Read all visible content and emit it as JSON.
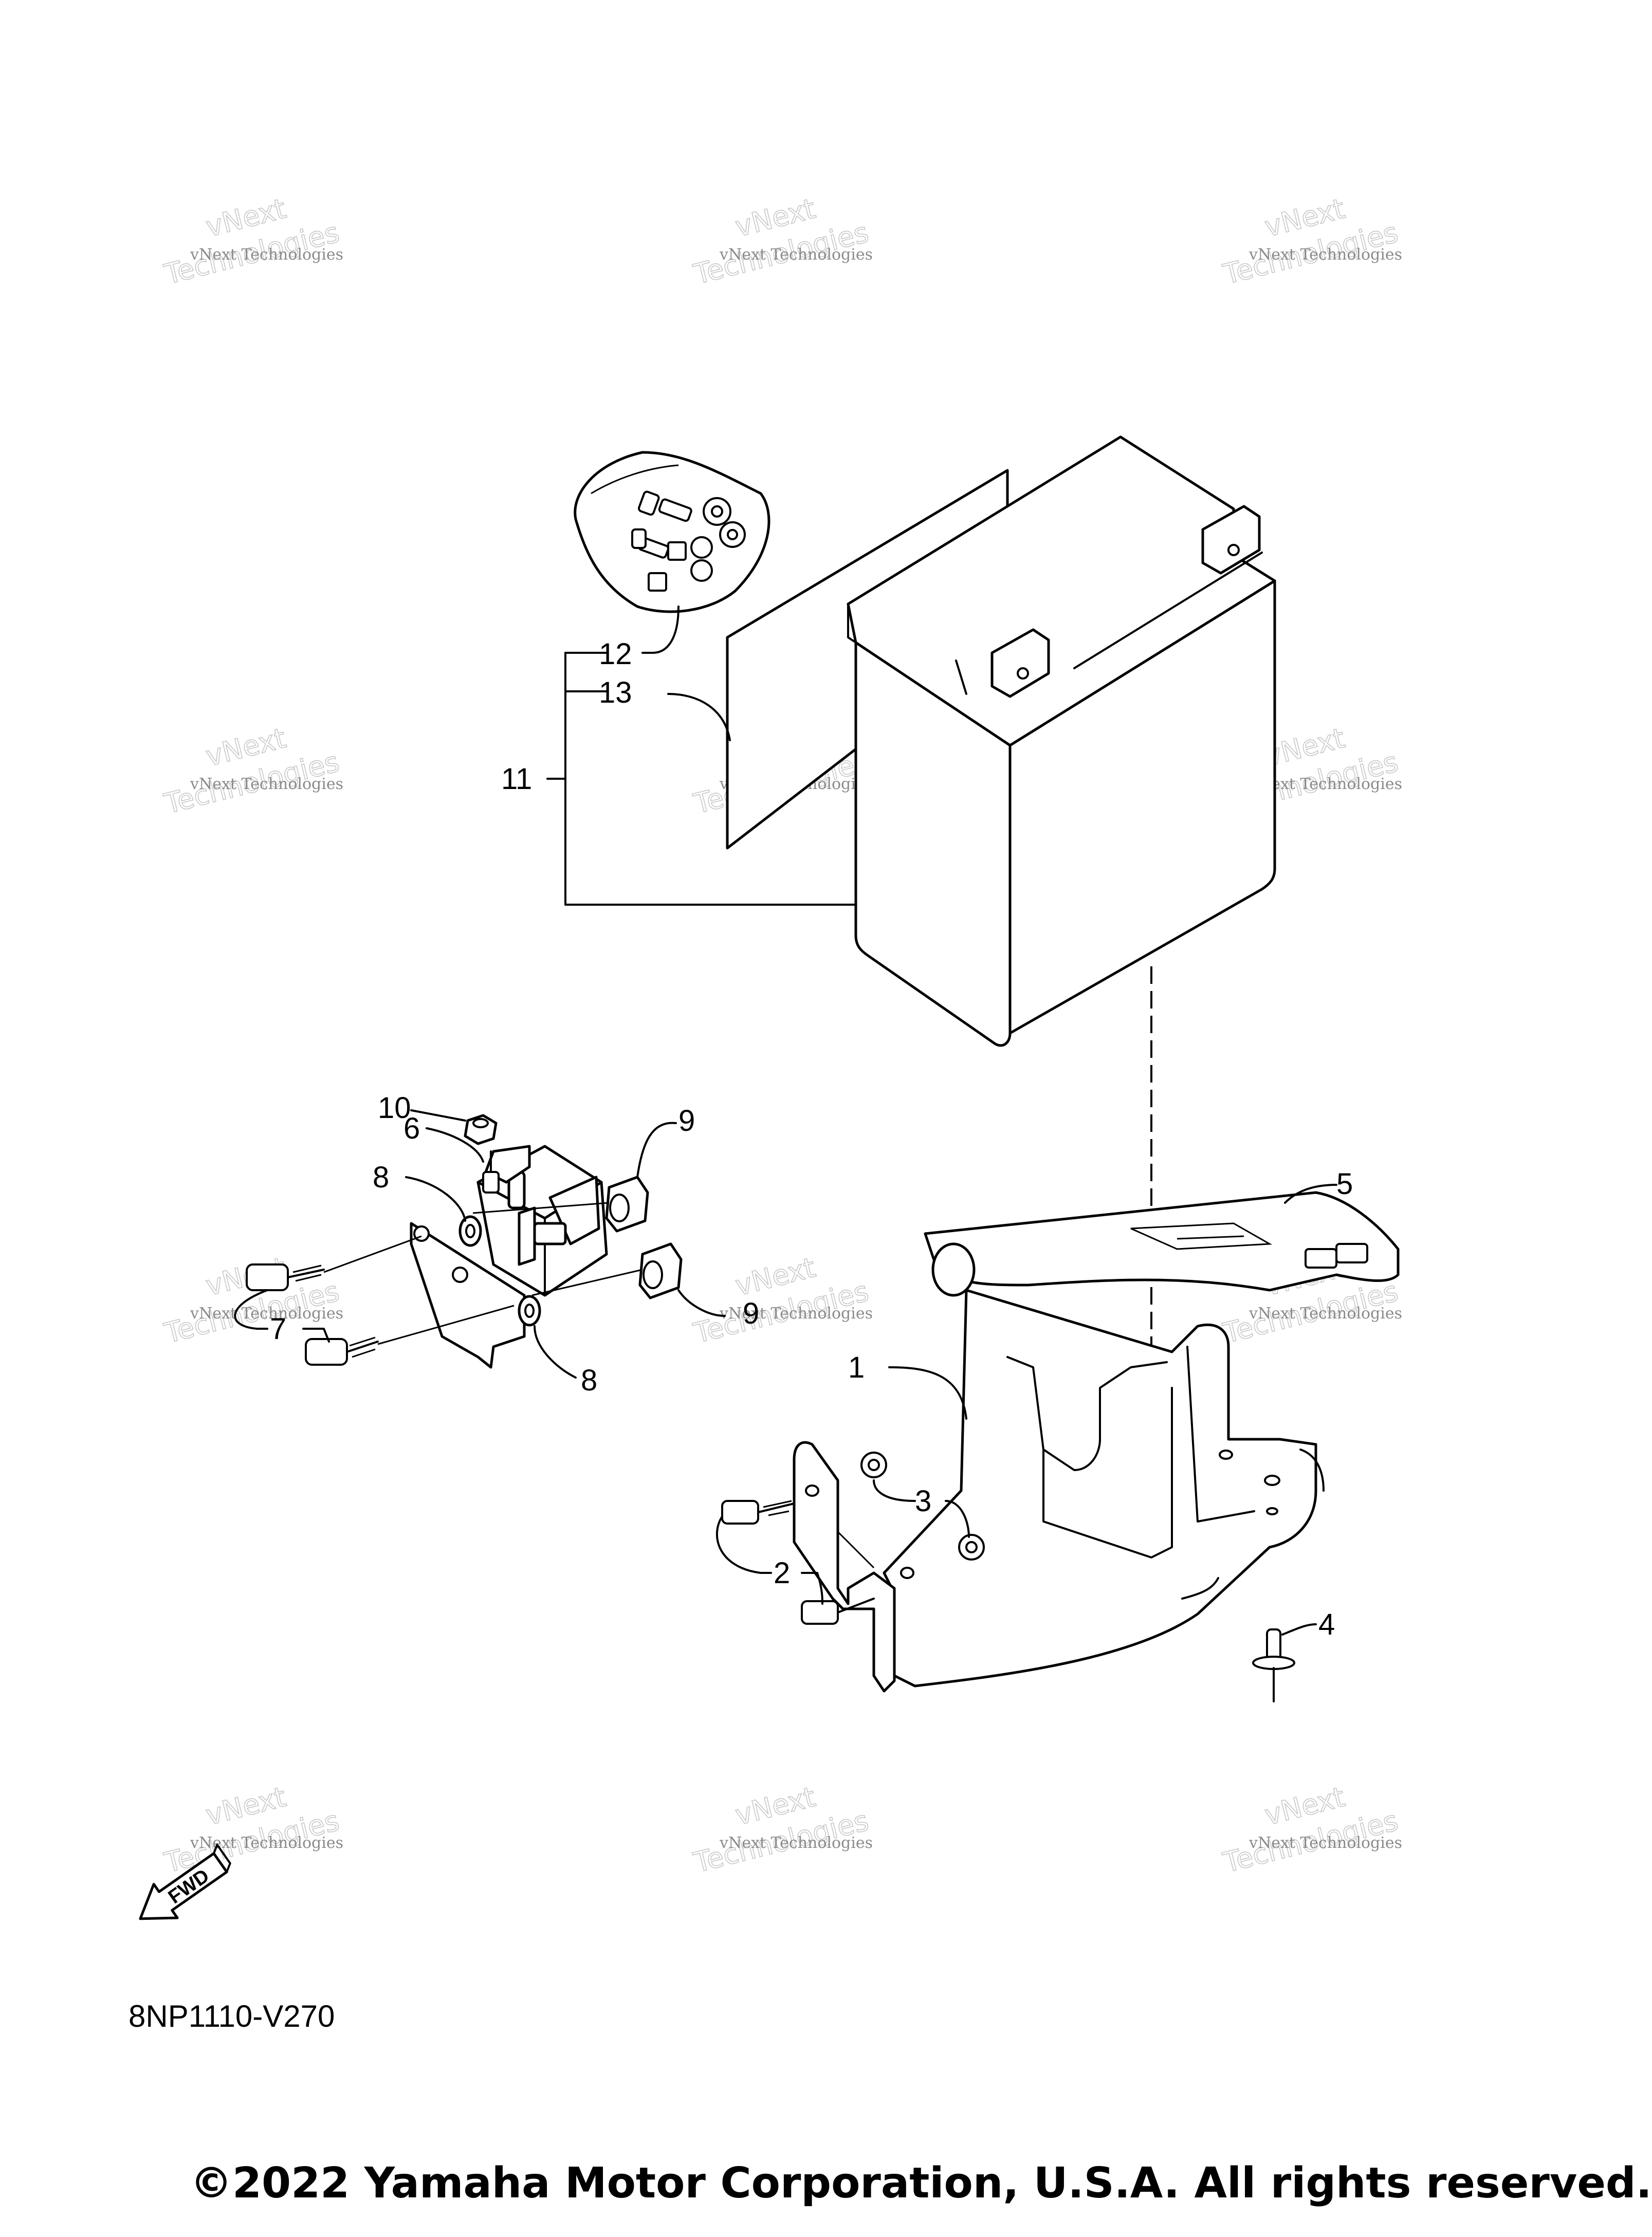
{
  "watermark": {
    "line1": "vNext Technologies",
    "line2": "Technologies",
    "line3": "vNext"
  },
  "callouts": {
    "c1": "1",
    "c2": "2",
    "c3": "3",
    "c4": "4",
    "c5": "5",
    "c6": "6",
    "c7": "7",
    "c8a": "8",
    "c8b": "8",
    "c9a": "9",
    "c9b": "9",
    "c10": "10",
    "c11": "11",
    "c12": "12",
    "c13": "13"
  },
  "fwd_label": "FWD",
  "diagram_code": "8NP1110-V270",
  "copyright": "©2022 Yamaha Motor Corporation, U.S.A. All rights reserved."
}
